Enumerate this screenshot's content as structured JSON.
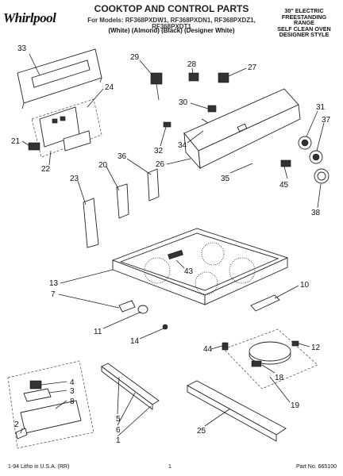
{
  "header": {
    "brand": "Whirlpool",
    "title": "COOKTOP AND CONTROL PARTS",
    "models": "For Models: RF368PXDW1, RF368PXDN1, RF368PXDZ1, RF368PXDT1",
    "colors": "(White)    (Almond)    (Black)    (Designer White)",
    "right_lines": [
      "30\" ELECTRIC",
      "FREESTANDING",
      "RANGE",
      "SELF CLEAN OVEN",
      "DESIGNER STYLE"
    ]
  },
  "callouts": [
    "33",
    "29",
    "28",
    "27",
    "24",
    "30",
    "31",
    "21",
    "37",
    "32",
    "34",
    "22",
    "36",
    "26",
    "20",
    "45",
    "23",
    "35",
    "38",
    "43",
    "13",
    "10",
    "7",
    "11",
    "14",
    "44",
    "12",
    "18",
    "4",
    "3",
    "8",
    "5",
    "19",
    "6",
    "1",
    "25",
    "2"
  ],
  "footer": {
    "left": "1-94 Litho in U.S.A. (RR)",
    "center": "1",
    "right": "Part No. 665100"
  }
}
